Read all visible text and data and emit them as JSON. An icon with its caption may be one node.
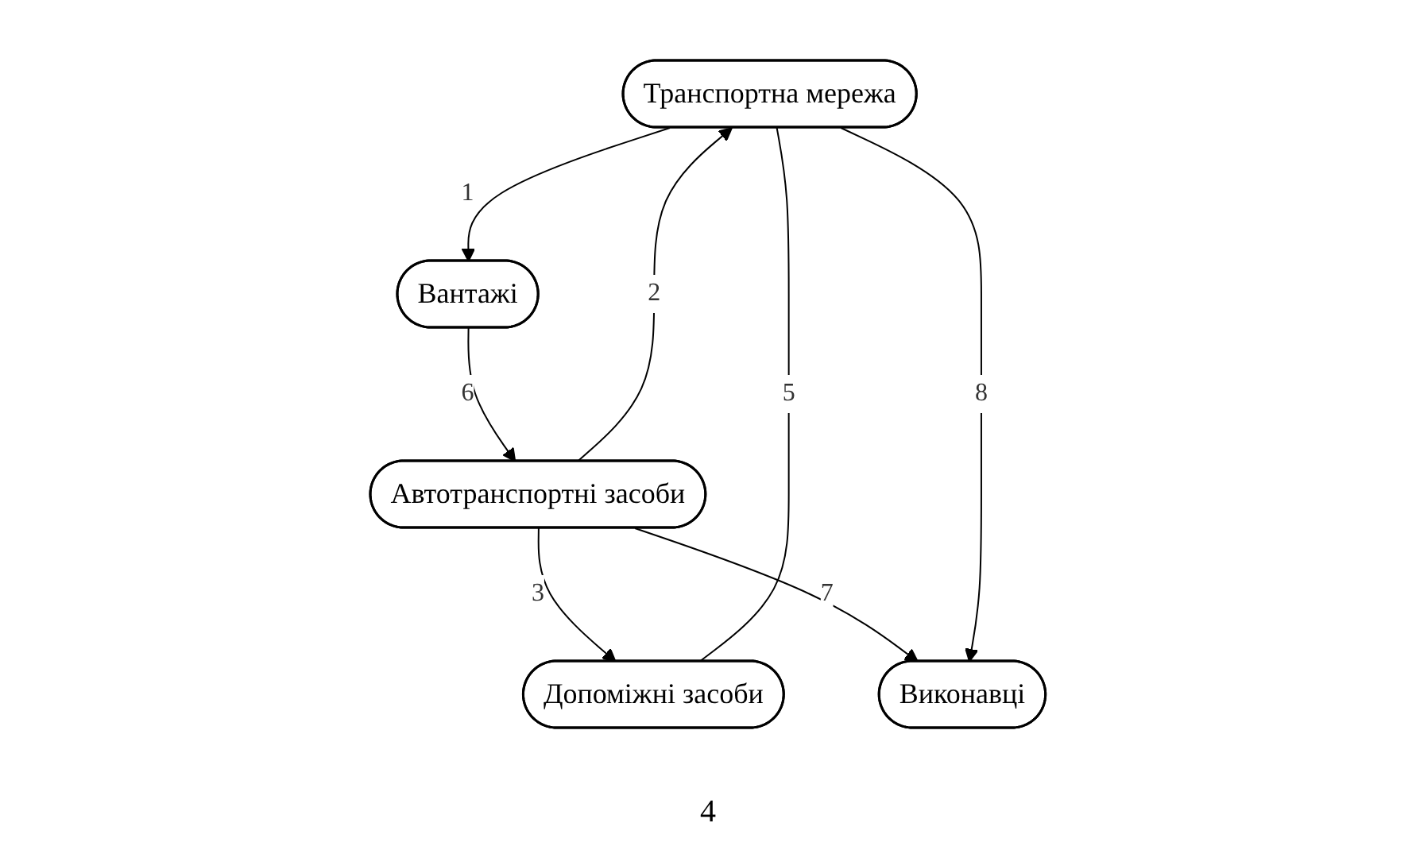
{
  "diagram": {
    "nodes": [
      {
        "text": [
          "Виконавці"
        ]
      },
      {
        "text": [
          "Транспортна мережа"
        ]
      },
      {
        "text": [
          "Автотранспортні засоби"
        ]
      },
      {
        "text": [
          "Вантажі"
        ]
      },
      {
        "text": [
          "Допоміжні засоби"
        ]
      }
    ],
    "edges": [
      {
        "from": 1,
        "to": 3,
        "arrow": "to",
        "label": "1"
      },
      {
        "from": 2,
        "to": 1,
        "arrow": "to",
        "label": "2"
      },
      {
        "from": 2,
        "to": 4,
        "arrow": "to",
        "label": "3"
      },
      {
        "from": 1,
        "to": 4,
        "arrow": "none",
        "label": "5"
      },
      {
        "from": 3,
        "to": 2,
        "arrow": "to",
        "label": "6"
      },
      {
        "from": 2,
        "to": 0,
        "arrow": "to",
        "label": "7"
      },
      {
        "from": 1,
        "to": 0,
        "arrow": "to",
        "label": "8"
      }
    ],
    "labels": [
      "4"
    ]
  }
}
